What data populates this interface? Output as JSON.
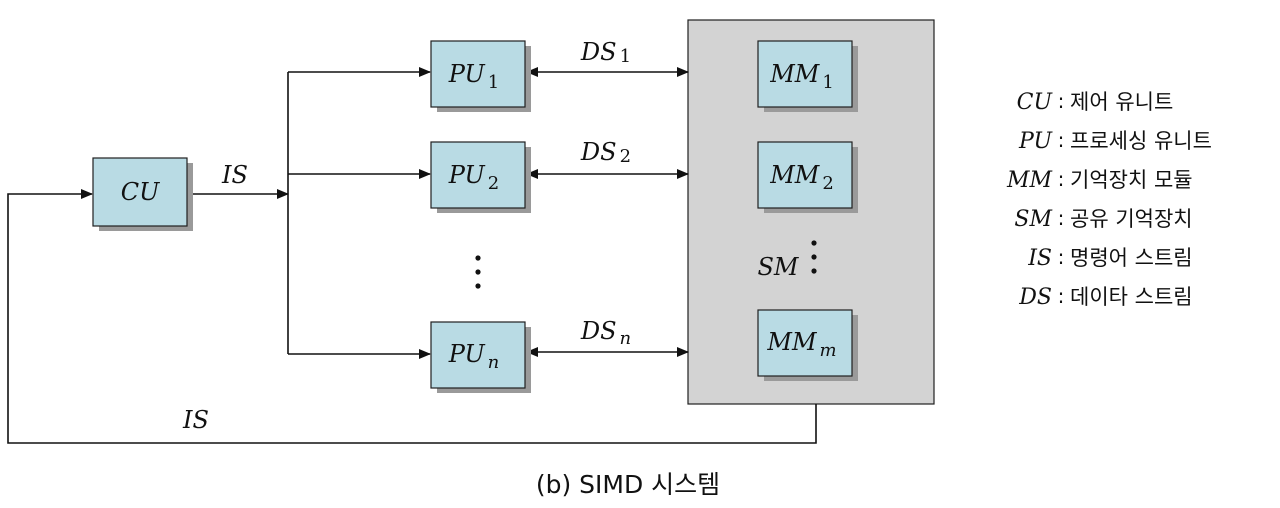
{
  "diagram": {
    "cu": {
      "label": "CU"
    },
    "is_main": {
      "label": "IS"
    },
    "is_feedback": {
      "label": "IS"
    },
    "pu": [
      {
        "base": "PU",
        "sub": "1"
      },
      {
        "base": "PU",
        "sub": "2"
      },
      {
        "base": "PU",
        "sub": "n"
      }
    ],
    "ds": [
      {
        "base": "DS",
        "sub": "1"
      },
      {
        "base": "DS",
        "sub": "2"
      },
      {
        "base": "DS",
        "sub": "n"
      }
    ],
    "mm": [
      {
        "base": "MM",
        "sub": "1"
      },
      {
        "base": "MM",
        "sub": "2"
      },
      {
        "base": "MM",
        "sub": "m"
      }
    ],
    "sm": {
      "label": "SM"
    }
  },
  "legend": [
    {
      "key": "CU",
      "desc": "제어 유니트"
    },
    {
      "key": "PU",
      "desc": "프로세싱 유니트"
    },
    {
      "key": "MM",
      "desc": "기억장치 모듈"
    },
    {
      "key": "SM",
      "desc": "공유 기억장치"
    },
    {
      "key": "IS",
      "desc": "명령어 스트림"
    },
    {
      "key": "DS",
      "desc": "데이타 스트림"
    }
  ],
  "legend_separator": ":",
  "caption": "(b) SIMD 시스템"
}
